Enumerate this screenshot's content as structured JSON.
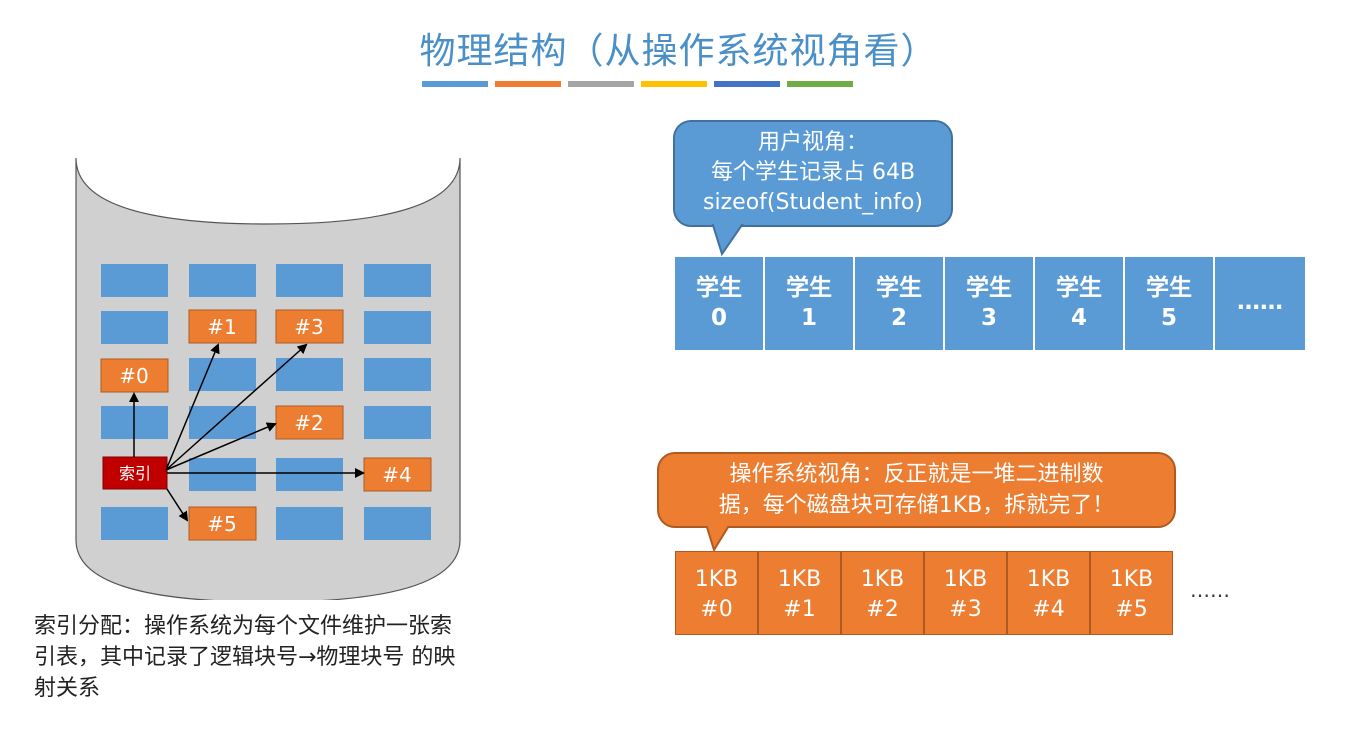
{
  "title": "物理结构（从操作系统视角看）",
  "title_bar_colors": [
    "#5b9bd5",
    "#ed7d31",
    "#a5a5a5",
    "#ffc000",
    "#4472c4",
    "#70ad47"
  ],
  "disk": {
    "labels": [
      "#0",
      "#1",
      "#3",
      "#2",
      "#4",
      "#5"
    ],
    "index_label": "索引"
  },
  "user_view": {
    "bubble_line1": "用户视角：",
    "bubble_line2": "每个学生记录占 64B",
    "bubble_line3": "sizeof(Student_info)",
    "records": [
      {
        "top": "学生",
        "bottom": "0"
      },
      {
        "top": "学生",
        "bottom": "1"
      },
      {
        "top": "学生",
        "bottom": "2"
      },
      {
        "top": "学生",
        "bottom": "3"
      },
      {
        "top": "学生",
        "bottom": "4"
      },
      {
        "top": "学生",
        "bottom": "5"
      }
    ],
    "ellipsis": "……"
  },
  "os_view": {
    "bubble_line1": "操作系统视角：反正就是一堆二进制数",
    "bubble_line2": "据，每个磁盘块可存储1KB，拆就完了！",
    "blocks": [
      {
        "top": "1KB",
        "bottom": "#0"
      },
      {
        "top": "1KB",
        "bottom": "#1"
      },
      {
        "top": "1KB",
        "bottom": "#2"
      },
      {
        "top": "1KB",
        "bottom": "#3"
      },
      {
        "top": "1KB",
        "bottom": "#4"
      },
      {
        "top": "1KB",
        "bottom": "#5"
      }
    ],
    "ellipsis": "……"
  },
  "caption": {
    "line1": "索引分配：操作系统为每个文件维护一张索",
    "line2": "引表，其中记录了逻辑块号→物理块号 的映",
    "line3": "射关系"
  }
}
